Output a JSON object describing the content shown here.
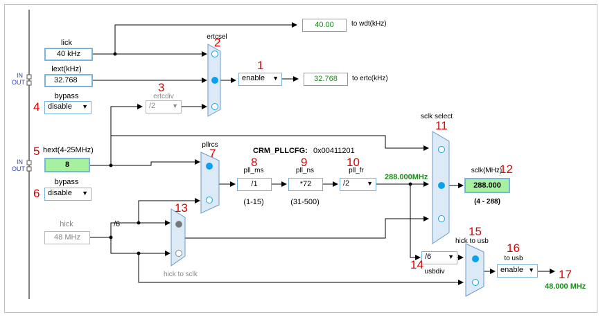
{
  "inputs": {
    "lick_label": "lick",
    "lick_value": "40 kHz",
    "lext_label": "lext(kHz)",
    "lext_value": "32.768",
    "bypass_top_label": "bypass",
    "bypass_top_value": "disable",
    "hext_label": "hext(4-25MHz)",
    "hext_value": "8",
    "bypass_bottom_label": "bypass",
    "bypass_bottom_value": "disable",
    "hick_label": "hick",
    "hick_value": "48 MHz",
    "io_in": "IN",
    "io_out": "OUT"
  },
  "ertc": {
    "ertcsel_label": "ertcsel",
    "enable_value": "enable",
    "ertcdiv_label": "ertcdiv",
    "ertcdiv_value": "/2",
    "wdt_value": "40.00",
    "wdt_label": "to wdt(kHz)",
    "ertc_value": "32.768",
    "ertc_label": "to ertc(kHz)"
  },
  "pll": {
    "pllrcs_label": "pllrcs",
    "cfg_label": "CRM_PLLCFG:",
    "cfg_value": "0x00411201",
    "ms_label": "pll_ms",
    "ms_value": "/1",
    "ms_range": "(1-15)",
    "ns_label": "pll_ns",
    "ns_value": "*72",
    "ns_range": "(31-500)",
    "fr_label": "pll_fr",
    "fr_value": "/2",
    "output": "288.000MHz"
  },
  "sclk": {
    "select_label": "sclk select",
    "label": "sclk(MHz)",
    "value": "288.000",
    "range": "(4 - 288)",
    "hick_div": "/6",
    "hick_to_sclk": "hick to sclk"
  },
  "usb": {
    "hick_to_usb": "hick to usb",
    "usbdiv_value": "/6",
    "usbdiv_label": "usbdiv",
    "to_usb_label": "to usb",
    "enable_value": "enable",
    "output": "48.000 MHz"
  },
  "markers": [
    "1",
    "2",
    "3",
    "4",
    "5",
    "6",
    "7",
    "8",
    "9",
    "10",
    "11",
    "12",
    "13",
    "14",
    "15",
    "16",
    "17"
  ],
  "icons": {
    "dropdown": "chevron-down-icon"
  },
  "colors": {
    "selected": "#0aa2f0",
    "mux_fill": "#dce9f6",
    "mux_border": "#6a9bc8",
    "green_output": "#1d8a1d",
    "marker": "#e00000"
  }
}
